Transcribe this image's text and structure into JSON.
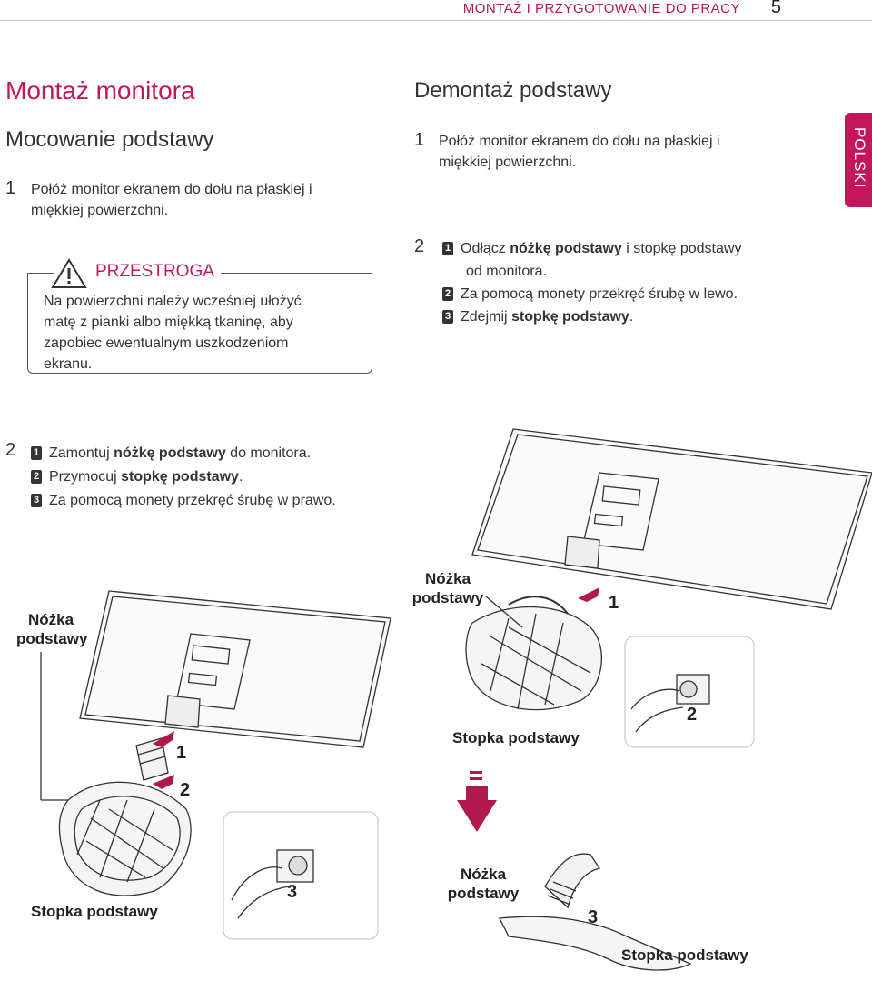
{
  "header": {
    "section": "MONTAŻ I PRZYGOTOWANIE DO PRACY",
    "page_number": "5"
  },
  "title": "Montaż monitora",
  "left": {
    "heading": "Mocowanie podstawy",
    "step1": {
      "num": "1",
      "text_a": "Połóż monitor ekranem do dołu na płaskiej i",
      "text_b": "miękkiej powierzchni."
    },
    "caution": {
      "title": "PRZESTROGA",
      "lines": [
        "Na powierzchni należy wcześniej ułożyć",
        "matę z pianki albo miękką tkaninę, aby",
        "zapobiec ewentualnym uszkodzeniom",
        "ekranu."
      ]
    },
    "step2": {
      "num": "2",
      "items": [
        {
          "badge": "1",
          "pre": "Zamontuj ",
          "bold": "nóżkę podstawy",
          "post": " do monitora."
        },
        {
          "badge": "2",
          "pre": "Przymocuj ",
          "bold": "stopkę podstawy",
          "post": "."
        },
        {
          "badge": "3",
          "pre": "Za pomocą monety przekręć śrubę w prawo.",
          "bold": "",
          "post": ""
        }
      ]
    }
  },
  "right": {
    "heading": "Demontaż podstawy",
    "step1": {
      "num": "1",
      "text_a": "Połóż monitor ekranem do dołu na płaskiej i",
      "text_b": "miękkiej powierzchni."
    },
    "step2": {
      "num": "2",
      "items": [
        {
          "badge": "1",
          "pre": "Odłącz ",
          "bold": "nóżkę podstawy",
          "post": " i stopkę podstawy",
          "line2": "od monitora."
        },
        {
          "badge": "2",
          "pre": "Za pomocą monety przekręć śrubę w lewo.",
          "bold": "",
          "post": ""
        },
        {
          "badge": "3",
          "pre": "Zdejmij ",
          "bold": "stopkę podstawy",
          "post": "."
        }
      ]
    }
  },
  "language_tab": "POLSKI",
  "figures": {
    "left_neck_label_a": "Nóżka",
    "left_neck_label_b": "podstawy",
    "left_base_label": "Stopka podstawy",
    "right_neck_label_a": "Nóżka",
    "right_neck_label_b": "podstawy",
    "right_base_label": "Stopka podstawy",
    "bottom_neck_label_a": "Nóżka",
    "bottom_neck_label_b": "podstawy",
    "bottom_base_label": "Stopka podstawy",
    "callouts": [
      "1",
      "2",
      "3"
    ]
  },
  "colors": {
    "accent": "#c2185b",
    "arrow": "#b0184e"
  }
}
